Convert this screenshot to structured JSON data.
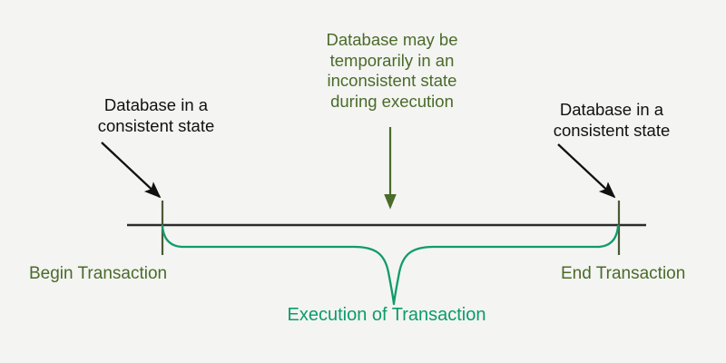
{
  "diagram": {
    "title": "Transaction consistency timeline",
    "background_color": "#f4f4f2",
    "labels": {
      "left_state": "Database in a\nconsistent state",
      "right_state": "Database in a\nconsistent state",
      "center_note": "Database may be\ntemporarily in an\ninconsistent state\nduring execution",
      "begin_transaction": "Begin Transaction",
      "end_transaction": "End Transaction",
      "execution": "Execution of Transaction"
    },
    "colors": {
      "callout_text": "#111111",
      "note_text": "#4a6b2a",
      "endpoint_text": "#4a6b2a",
      "execution_text": "#0b9b6c",
      "baseline": "#2b2b2b",
      "tick": "#4a5a36",
      "curve": "#0f9b6e",
      "arrow_black": "#111111",
      "arrow_green": "#4a6b2a"
    },
    "elements": {
      "baseline": "horizontal-consistency-line",
      "begin_tick": "begin-transaction-tick",
      "end_tick": "end-transaction-tick",
      "execution_curve": "transaction-execution-curve",
      "left_arrow": "left-callout-arrow",
      "right_arrow": "right-callout-arrow",
      "center_arrow": "center-note-arrow"
    }
  }
}
